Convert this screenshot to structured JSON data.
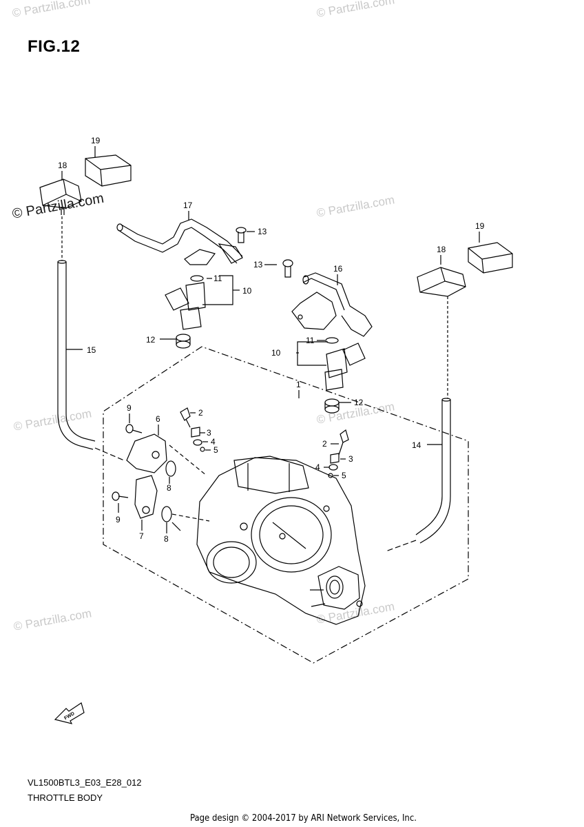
{
  "figure": {
    "title": "FIG.12",
    "model_code": "VL1500BTL3_E03_E28_012",
    "section_name": "THROTTLE BODY"
  },
  "footer": {
    "credit": "Page design © 2004-2017 by ARI Network Services, Inc."
  },
  "watermark": {
    "text": "© Partzilla.com"
  },
  "fwd_badge": "FWD",
  "callouts": [
    "1",
    "2",
    "2",
    "3",
    "3",
    "4",
    "4",
    "5",
    "5",
    "6",
    "7",
    "8",
    "8",
    "9",
    "9",
    "10",
    "10",
    "11",
    "11",
    "12",
    "12",
    "13",
    "13",
    "14",
    "15",
    "16",
    "17",
    "18",
    "18",
    "19",
    "19"
  ],
  "colors": {
    "line": "#000000",
    "watermark": "#c9c9c9"
  }
}
